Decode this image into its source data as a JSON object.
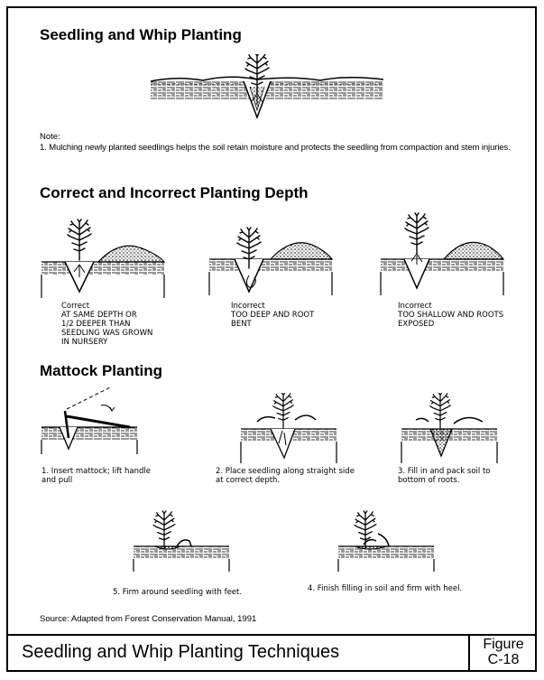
{
  "sections": {
    "seedling": {
      "title": "Seedling and Whip Planting"
    },
    "depth": {
      "title": "Correct and Incorrect Planting Depth"
    },
    "mattock": {
      "title": "Mattock Planting"
    }
  },
  "note": {
    "label": "Note:",
    "text": "1. Mulching newly planted seedlings helps the soil retain moisture and protects the seedling from compaction and stem injuries."
  },
  "depth_captions": [
    "Correct\nAT SAME DEPTH OR\n1/2 DEEPER THAN\nSEEDLING WAS GROWN\nIN NURSERY",
    "Incorrect\nTOO DEEP AND ROOT\nBENT",
    "Incorrect\nTOO SHALLOW AND ROOTS\nEXPOSED"
  ],
  "mattock_steps": [
    "1. Insert mattock; lift handle\nand pull",
    "2. Place seedling along straight side\nat correct depth.",
    "3. Fill in and pack soil to\nbottom of roots.",
    "5. Firm around seedling with feet.",
    "4. Finish filling in soil and firm with heel."
  ],
  "source": "Source: Adapted from Forest Conservation Manual, 1991",
  "footer": {
    "title": "Seedling and Whip Planting Techniques",
    "figure_label": "Figure",
    "figure_number": "C-18"
  },
  "icons": [
    "seedling-icon",
    "mattock-icon",
    "soil-icon",
    "boot-icon"
  ],
  "colors": {
    "ink": "#000000",
    "paper": "#ffffff"
  }
}
